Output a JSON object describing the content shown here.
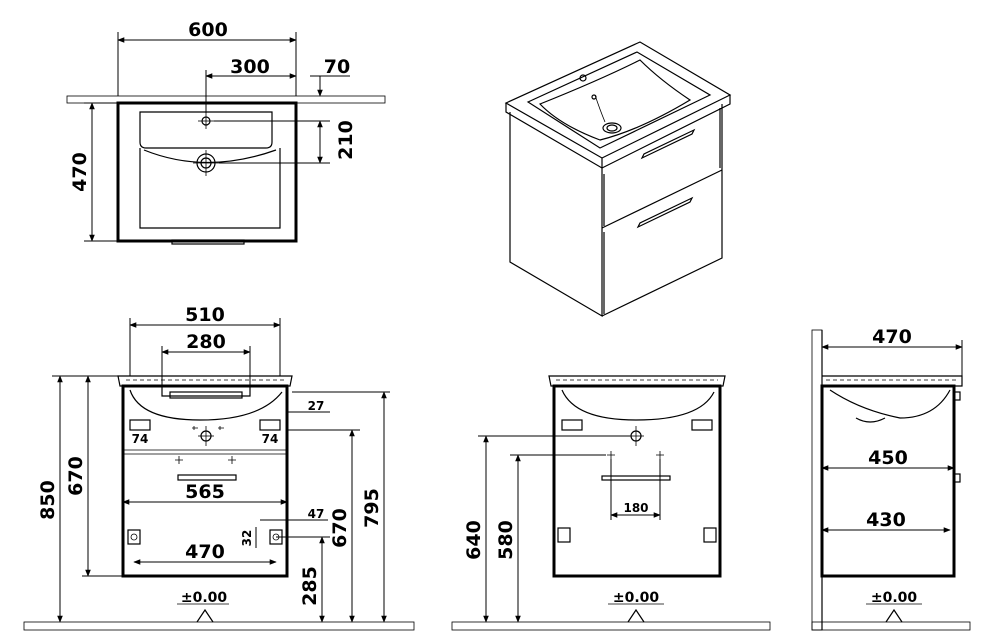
{
  "top_view": {
    "width": "600",
    "offset": "300",
    "edge": "70",
    "depth": "470",
    "tap_offset": "210"
  },
  "front_view": {
    "top_width": "510",
    "inner_width": "280",
    "side_gap": "27",
    "bracket_left": "74",
    "bracket_right": "74",
    "drawer_width": "565",
    "bracket_h": "47",
    "bracket_v": "32",
    "bottom_width": "470",
    "total_height": "850",
    "cabinet_height": "670",
    "right_height": "795",
    "right_inner_height": "670",
    "floor_gap": "285",
    "floor_label": "±0.00"
  },
  "back_view": {
    "height_1": "640",
    "height_2": "580",
    "hole_spacing": "180",
    "floor_label": "±0.00"
  },
  "side_view": {
    "depth_top": "470",
    "depth_mid": "450",
    "depth_low": "430",
    "floor_label": "±0.00"
  }
}
